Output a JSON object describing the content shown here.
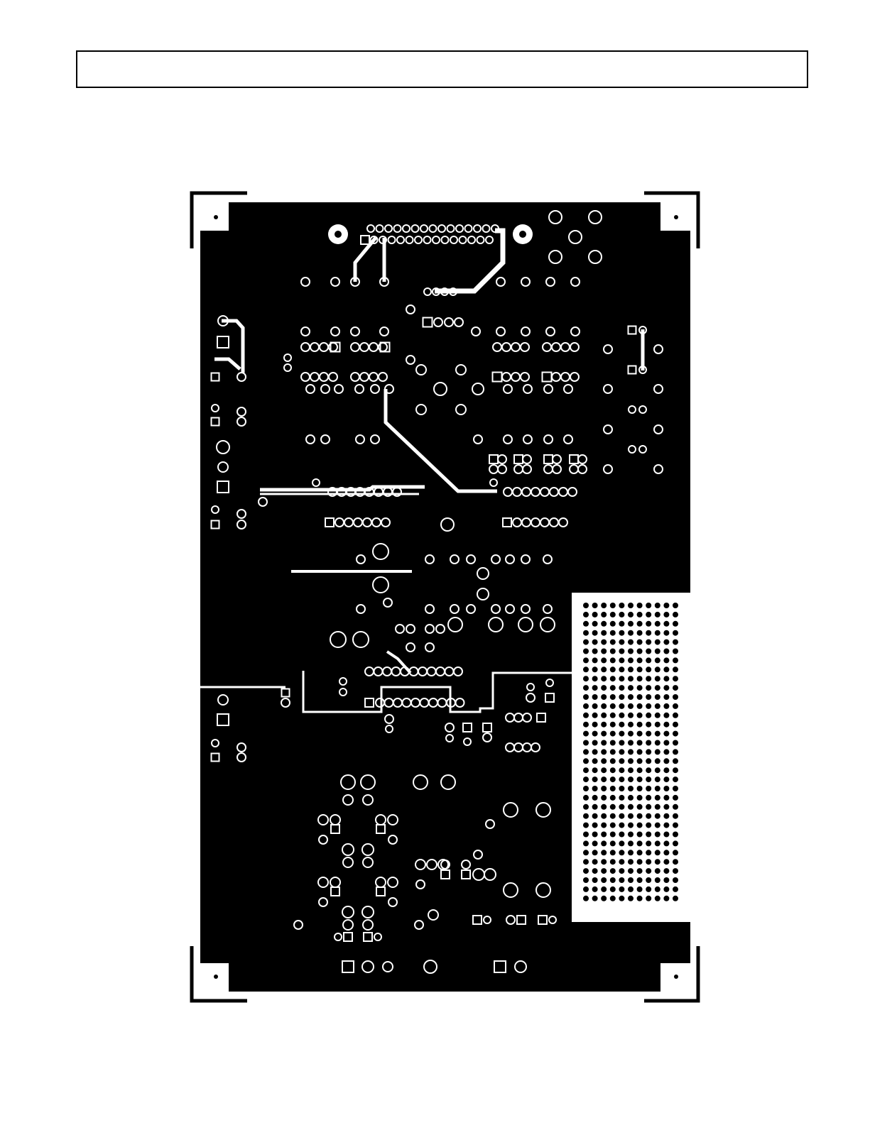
{
  "page": {
    "title_box_text": ""
  },
  "colors": {
    "copper": "#000000",
    "clearance": "#ffffff",
    "background": "#ffffff"
  },
  "board": {
    "layer": "copper-pour",
    "prototype_area": {
      "columns": 11,
      "rows": 33
    }
  }
}
